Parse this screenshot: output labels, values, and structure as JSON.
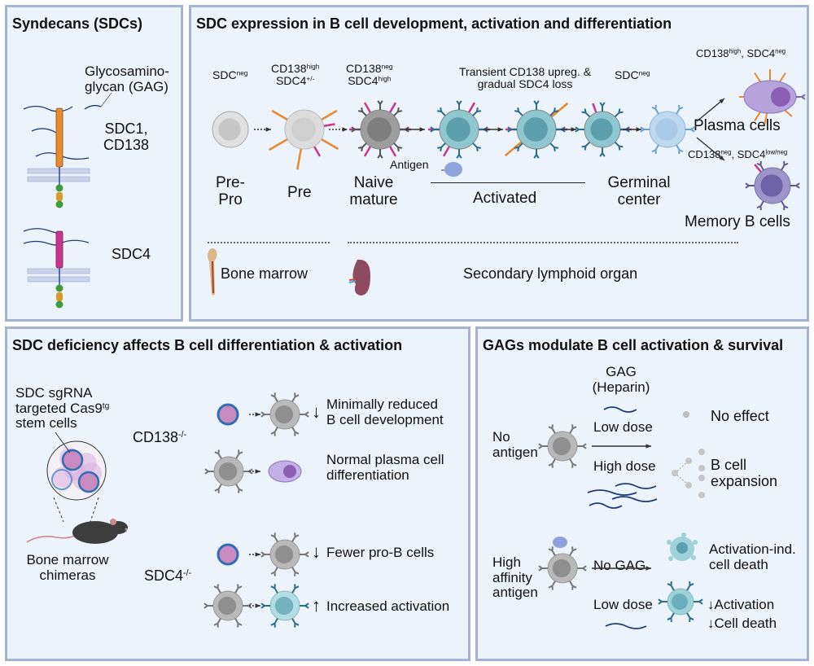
{
  "panels": {
    "syndecans": {
      "title": "Syndecans (SDCs)",
      "gag_label_line1": "Glycosamino-",
      "gag_label_line2": "glycan (GAG)",
      "sdc1_line1": "SDC1,",
      "sdc1_line2": "CD138",
      "sdc4": "SDC4",
      "colors": {
        "sdc1": "#e8892e",
        "sdc4": "#c8358f",
        "membrane": "#a9b7d9",
        "gag": "#1f3a7a"
      }
    },
    "expression": {
      "title": "SDC expression in B cell development, activation and differentiation",
      "stages": [
        {
          "marker": "SDC",
          "marker_sup": "neg",
          "label_line1": "Pre-",
          "label_line2": "Pro"
        },
        {
          "marker": "CD138",
          "marker_sup": "high",
          "marker2": "SDC4",
          "marker2_sup": "+/-",
          "label_line1": "Pre",
          "label_line2": ""
        },
        {
          "marker": "CD138",
          "marker_sup": "neg",
          "marker2": "SDC4",
          "marker2_sup": "high",
          "label_line1": "Naive",
          "label_line2": "mature"
        },
        {
          "marker": "Transient CD138 upreg. &",
          "marker2": "gradual SDC4 loss",
          "label_line1": "Activated",
          "label_line2": ""
        },
        {
          "marker": "SDC",
          "marker_sup": "neg",
          "label_line1": "Germinal",
          "label_line2": "center"
        }
      ],
      "antigen_label": "Antigen",
      "outcomes": [
        {
          "marker": "CD138",
          "marker_sup": "high",
          "marker2": ", SDC4",
          "marker2_sup": "neg",
          "label": "Plasma cells"
        },
        {
          "marker": "CD138",
          "marker_sup": "neg",
          "marker2": ", SDC4",
          "marker2_sup": "low/neg",
          "label": "Memory B cells"
        }
      ],
      "locations": [
        {
          "icon": "bone-icon",
          "label": "Bone marrow"
        },
        {
          "icon": "spleen-icon",
          "label": "Secondary lymphoid organ"
        }
      ]
    },
    "deficiency": {
      "title": "SDC deficiency affects B cell differentiation & activation",
      "source_line1": "SDC sgRNA",
      "source_line2": "targeted Cas9",
      "source_line2_sup": "tg",
      "source_line3": "stem cells",
      "chimera_line1": "Bone marrow",
      "chimera_line2": "chimeras",
      "groups": [
        {
          "genotype": "CD138",
          "genotype_sup": "-/-",
          "effects": [
            {
              "direction": "down",
              "arrow": "↓",
              "line1": "Minimally reduced",
              "line2": "B cell development"
            },
            {
              "direction": "none",
              "arrow": "",
              "line1": "Normal plasma cell",
              "line2": "differentiation"
            }
          ]
        },
        {
          "genotype": "SDC4",
          "genotype_sup": "-/-",
          "effects": [
            {
              "direction": "down",
              "arrow": "↓",
              "line1": "Fewer pro-B cells",
              "line2": ""
            },
            {
              "direction": "up",
              "arrow": "↑",
              "line1": "Increased activation",
              "line2": ""
            }
          ]
        }
      ]
    },
    "gags": {
      "title": "GAGs modulate B cell activation & survival",
      "gag_header_line1": "GAG",
      "gag_header_line2": "(Heparin)",
      "no_antigen": {
        "condition_line1": "No",
        "condition_line2": "antigen",
        "dose_top": "Low dose",
        "dose_bottom": "High dose",
        "result_top": "No effect",
        "result_bottom_line1": "B cell",
        "result_bottom_line2": "expansion"
      },
      "high_affinity": {
        "condition_line1": "High",
        "condition_line2": "affinity",
        "condition_line3": "antigen",
        "dose_top": "No GAG",
        "dose_bottom": "Low dose",
        "result_top_line1": "Activation-ind.",
        "result_top_line2": "cell death",
        "result_bottom_line1": "Activation",
        "result_bottom_line2": "Cell death",
        "arrow": "↓"
      }
    }
  },
  "colors": {
    "panel_bg": "#edf3fb",
    "panel_border": "#a3b3d4",
    "cell_grey": "#b9b9b9",
    "cell_teal": "#8ec7cf",
    "cell_lightblue": "#bcd9ef",
    "plasma_purple": "#b6a3dc",
    "memory_purple": "#9d94c7",
    "stem_pink": "#c98ac0",
    "stem_ring": "#2f6eb5"
  }
}
